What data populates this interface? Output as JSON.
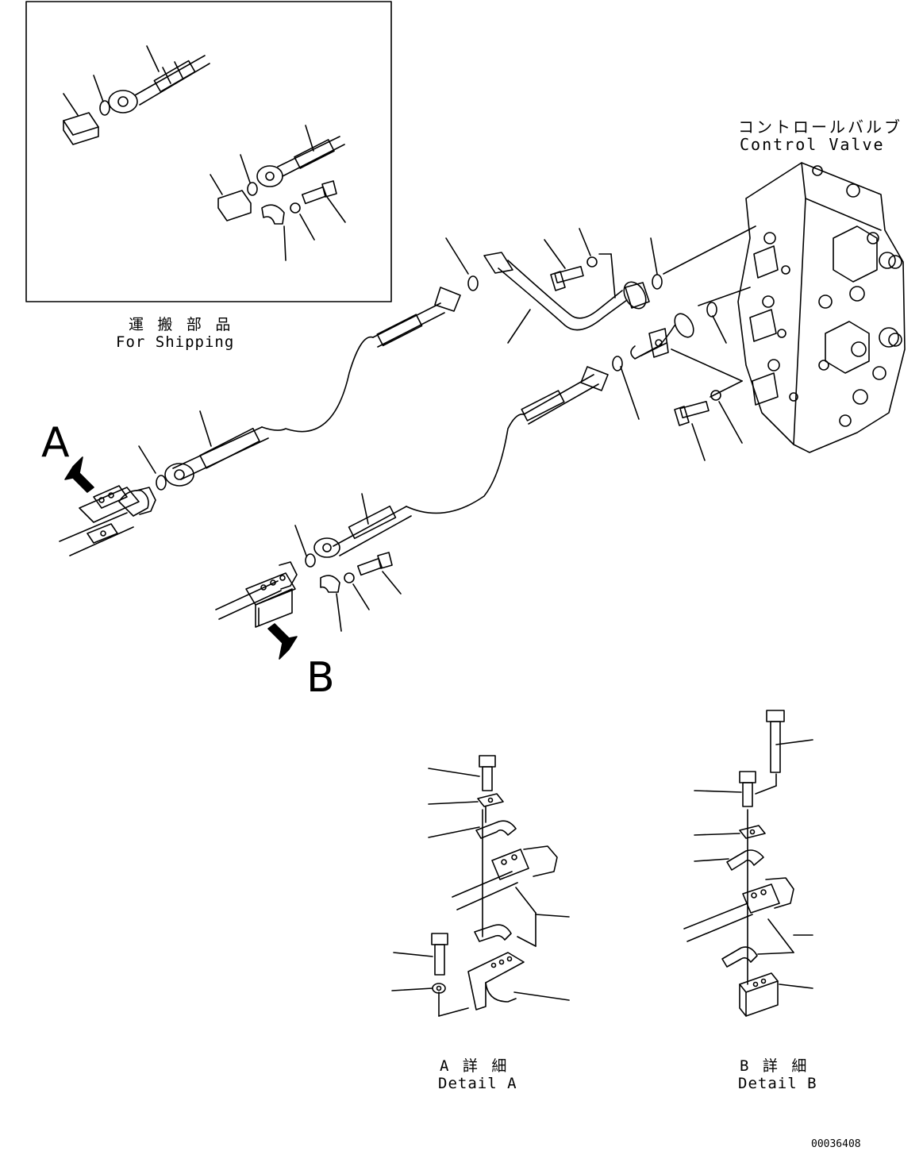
{
  "labels": {
    "control_valve_jp": "コントロールバルブ",
    "control_valve_en": "Control Valve",
    "shipping_jp": "運 搬 部 品",
    "shipping_en": "For Shipping",
    "view_a": "A",
    "view_b": "B",
    "detail_a_jp": "A 詳 細",
    "detail_a_en": "Detail A",
    "detail_b_jp": "B 詳 細",
    "detail_b_en": "Detail B",
    "drawing_number": "00036408"
  }
}
